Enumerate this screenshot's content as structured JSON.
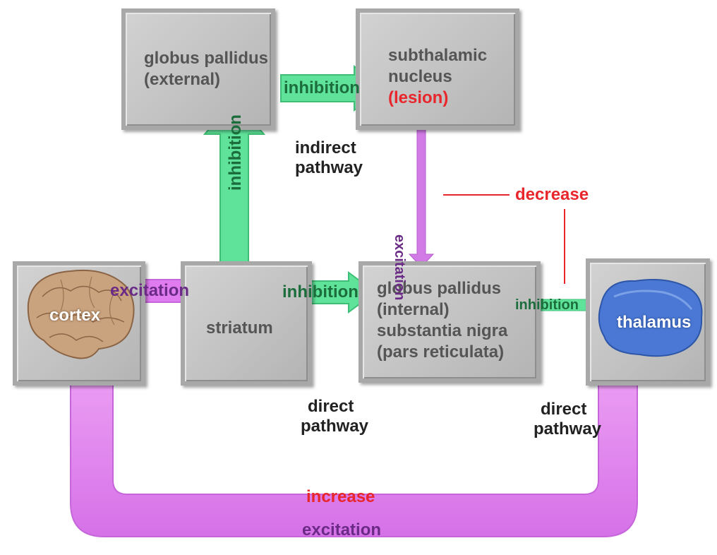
{
  "nodes": {
    "gp_external_line1": "globus pallidus",
    "gp_external_line2": "(external)",
    "stn_line1": "subthalamic",
    "stn_line2": "nucleus",
    "stn_lesion": "(lesion)",
    "cortex": "cortex",
    "striatum": "striatum",
    "gp_internal_line1": "globus pallidus",
    "gp_internal_line2": "(internal)",
    "snr_line1": "substantia nigra",
    "snr_line2": "(pars reticulata)",
    "thalamus": "thalamus"
  },
  "arrows": {
    "gpe_to_stn": "inhibition",
    "striatum_to_gpe": "inhibition",
    "stn_to_gpi": "excitation",
    "cortex_to_striatum": "excitation",
    "striatum_to_gpi": "inhibition",
    "gpi_to_thalamus": "inhibition",
    "thalamus_to_cortex": "excitation"
  },
  "labels": {
    "indirect_line1": "indirect",
    "indirect_line2": "pathway",
    "direct1_line1": "direct",
    "direct1_line2": "pathway",
    "direct2_line1": "direct",
    "direct2_line2": "pathway",
    "decrease": "decrease",
    "increase": "increase"
  },
  "colors": {
    "inhibition": "#5fe39a",
    "excitation": "#e07cf0",
    "box": "#c4c4c4",
    "warning": "#e8262b"
  }
}
